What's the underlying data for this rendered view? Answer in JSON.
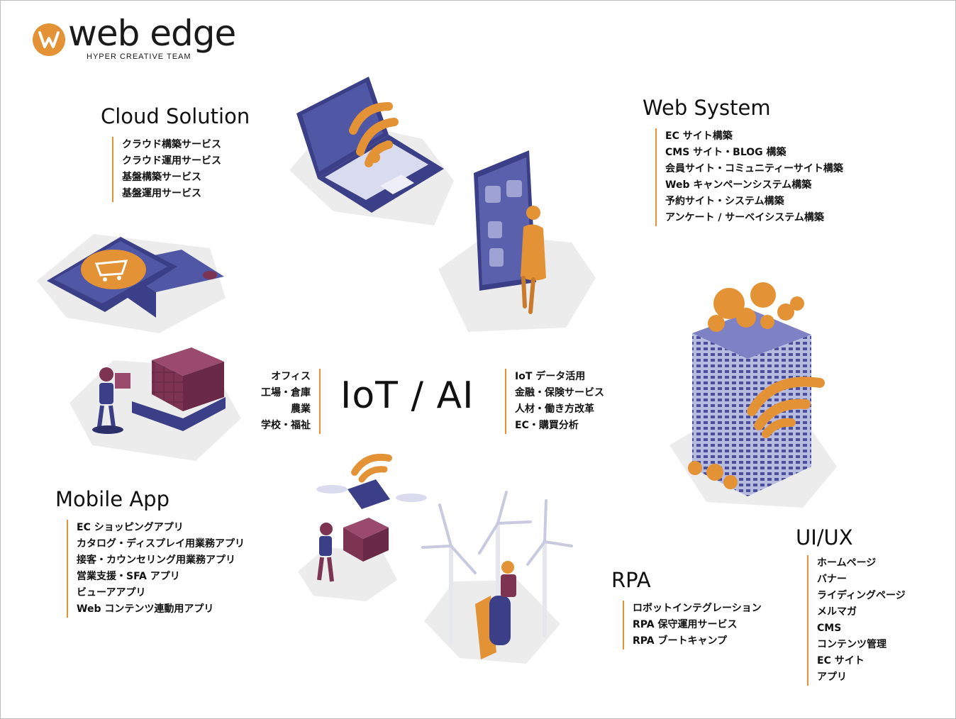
{
  "brand": {
    "name": "web edge",
    "tagline": "HYPER CREATIVE TEAM",
    "accent_color": "#e39236",
    "navy_color": "#3b3f87"
  },
  "sections": {
    "cloud": {
      "title": "Cloud Solution",
      "items": [
        "クラウド構築サービス",
        "クラウド運用サービス",
        "基盤構築サービス",
        "基盤運用サービス"
      ]
    },
    "web": {
      "title": "Web System",
      "items": [
        "EC サイト構築",
        "CMS サイト・BLOG 構築",
        "会員サイト・コミュニティーサイト構築",
        "Web キャンペーンシステム構築",
        "予約サイト・システム構築",
        "アンケート / サーベイシステム構築"
      ]
    },
    "iot": {
      "title": "IoT / AI",
      "left_items": [
        "オフィス",
        "工場・倉庫",
        "農業",
        "学校・福祉"
      ],
      "right_items": [
        "IoT データ活用",
        "金融・保険サービス",
        "人材・働き方改革",
        "EC・購買分析"
      ]
    },
    "mobile": {
      "title": "Mobile App",
      "items": [
        "EC ショッピングアプリ",
        "カタログ・ディスプレイ用業務アプリ",
        "接客・カウンセリング用業務アプリ",
        "営業支援・SFA アプリ",
        "ビューアアプリ",
        "Web コンテンツ連動用アプリ"
      ]
    },
    "rpa": {
      "title": "RPA",
      "items": [
        "ロボットインテグレーション",
        "RPA 保守運用サービス",
        "RPA ブートキャンプ"
      ]
    },
    "uiux": {
      "title": "UI/UX",
      "items": [
        "ホームページ",
        "バナー",
        "ライディングページ",
        "メルマガ",
        "CMS",
        "コンテンツ管理",
        "EC サイト",
        "アプリ"
      ]
    }
  },
  "icons": [
    "wifi-icon",
    "shopping-cart-icon",
    "lock-icon",
    "water-drop-icon",
    "thermometer-icon",
    "lightning-icon",
    "lightbulb-icon"
  ]
}
